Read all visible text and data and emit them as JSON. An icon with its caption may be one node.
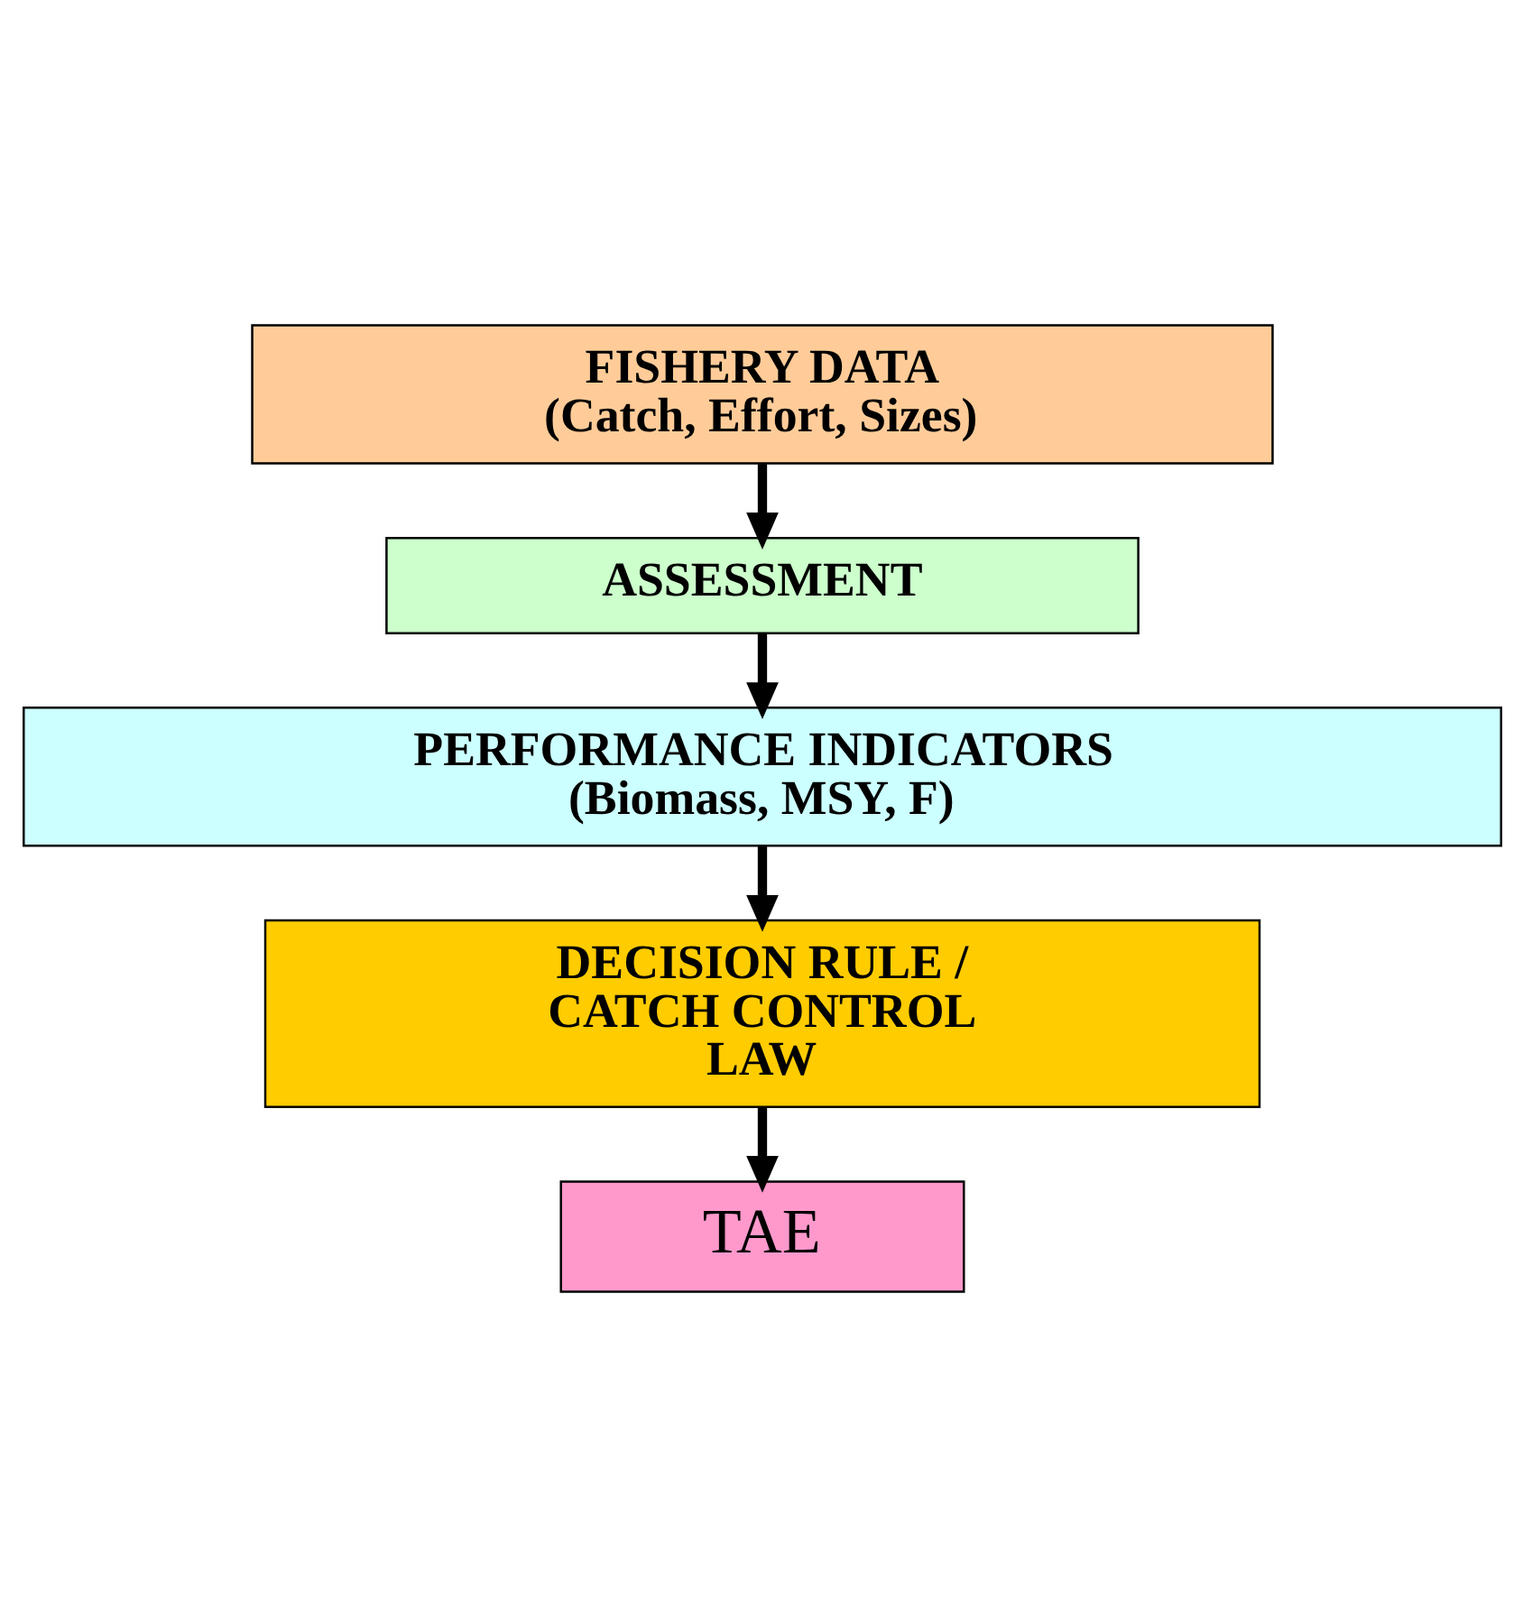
{
  "diagram": {
    "nodes": [
      {
        "text": [
          "FISHERY DATA",
          "(Catch, Effort, Sizes)"
        ]
      },
      {
        "text": [
          "ASSESSMENT"
        ]
      },
      {
        "text": [
          "PERFORMANCE INDICATORS",
          "(Biomass, MSY, F)"
        ]
      },
      {
        "text": [
          "DECISION RULE / CATCH CONTROL LAW"
        ]
      },
      {
        "text": [
          "TAE"
        ]
      }
    ],
    "edges": [
      {
        "from": 0,
        "to": 1,
        "arrow": "to"
      },
      {
        "from": 1,
        "to": 2,
        "arrow": "to"
      },
      {
        "from": 2,
        "to": 3,
        "arrow": "to"
      },
      {
        "from": 3,
        "to": 4,
        "arrow": "to"
      }
    ]
  }
}
